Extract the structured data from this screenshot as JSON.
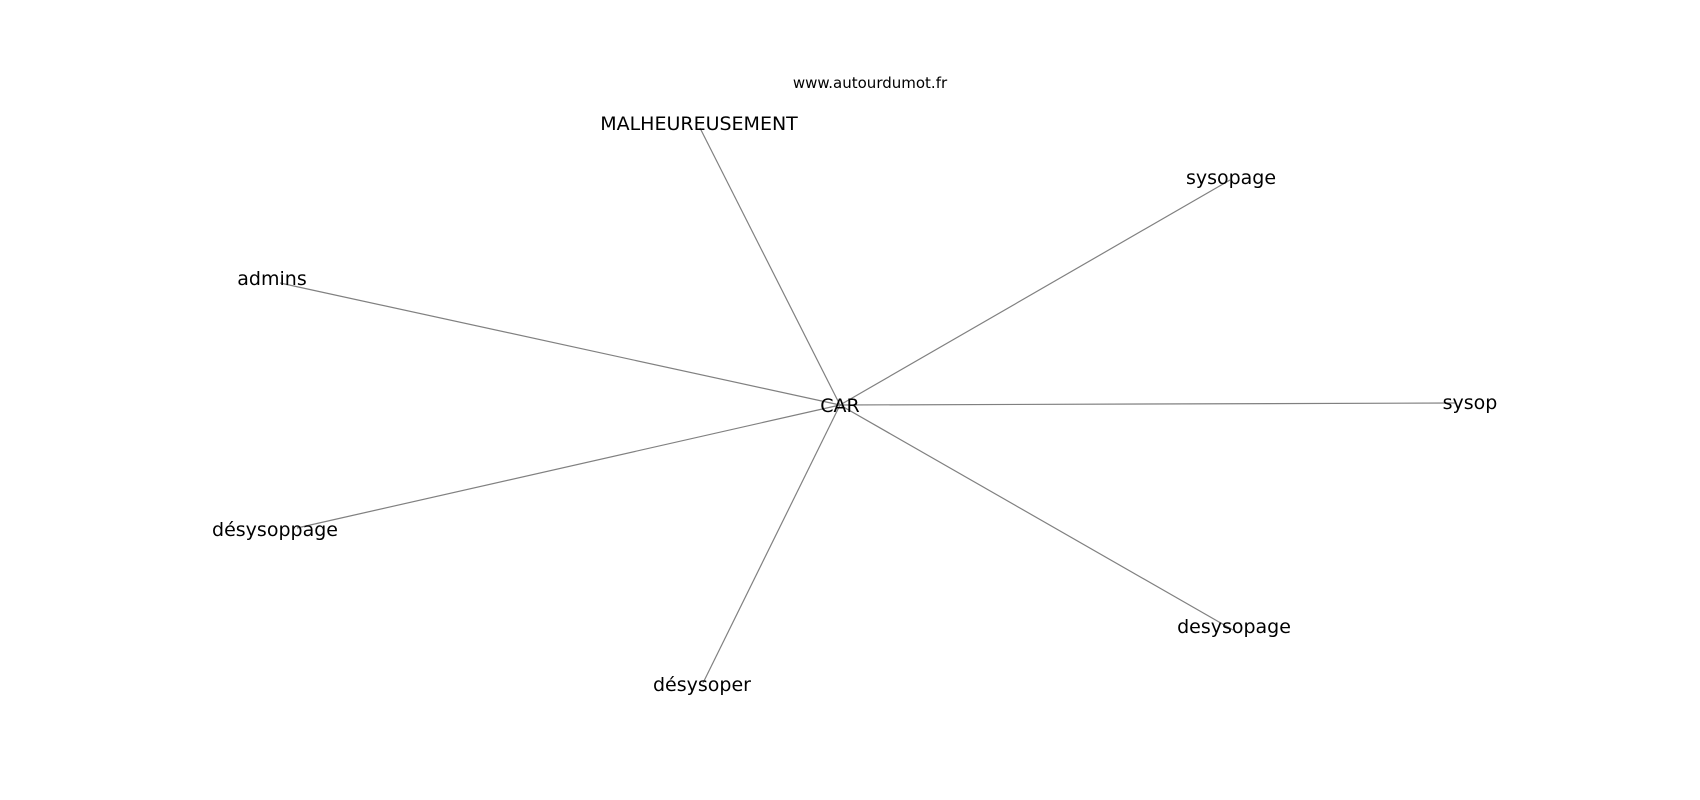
{
  "watermark": "www.autourdumot.fr",
  "graph": {
    "center": "CAR",
    "neighbors": [
      "MALHEUREUSEMENT",
      "sysopage",
      "admins",
      "sysop",
      "désysoppage",
      "desysopage",
      "désysoper"
    ]
  },
  "colors": {
    "edge": "#808080",
    "text": "#000000",
    "background": "#ffffff"
  }
}
